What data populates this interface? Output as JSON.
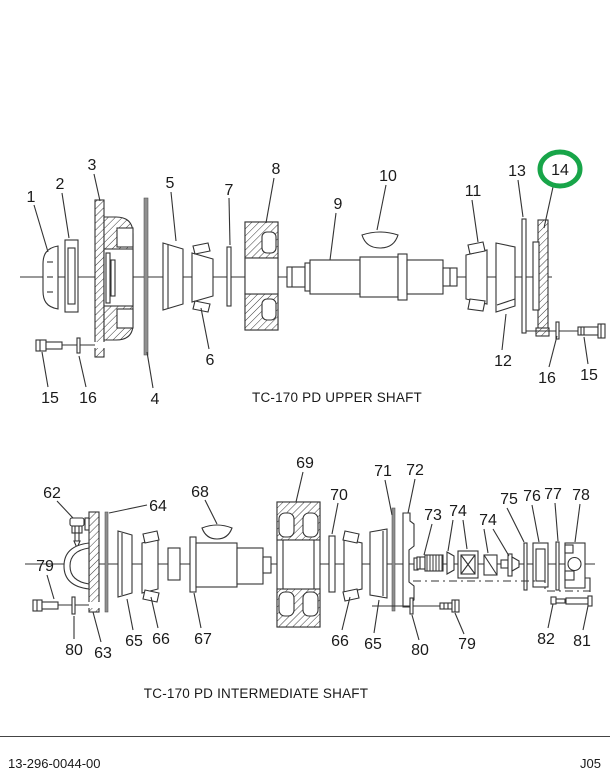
{
  "page": {
    "background": "#ffffff",
    "footer": {
      "doc_number": "13-296-0044-00",
      "page_code": "J05"
    }
  },
  "colors": {
    "line": "#333333",
    "gray_plate": "#8f8f8f",
    "highlight": "#18A549"
  },
  "upper_diagram": {
    "caption": "TC-170 PD UPPER SHAFT",
    "highlighted_callout": "14",
    "callouts": [
      {
        "label": "1"
      },
      {
        "label": "2"
      },
      {
        "label": "3"
      },
      {
        "label": "4"
      },
      {
        "label": "5"
      },
      {
        "label": "6"
      },
      {
        "label": "7"
      },
      {
        "label": "8"
      },
      {
        "label": "9"
      },
      {
        "label": "10"
      },
      {
        "label": "11"
      },
      {
        "label": "12"
      },
      {
        "label": "13"
      },
      {
        "label": "14"
      },
      {
        "label": "15"
      },
      {
        "label": "15"
      },
      {
        "label": "16"
      },
      {
        "label": "16"
      }
    ]
  },
  "lower_diagram": {
    "caption": "TC-170 PD INTERMEDIATE SHAFT",
    "callouts": [
      {
        "label": "62"
      },
      {
        "label": "63"
      },
      {
        "label": "64"
      },
      {
        "label": "65"
      },
      {
        "label": "65"
      },
      {
        "label": "66"
      },
      {
        "label": "66"
      },
      {
        "label": "67"
      },
      {
        "label": "68"
      },
      {
        "label": "69"
      },
      {
        "label": "70"
      },
      {
        "label": "71"
      },
      {
        "label": "72"
      },
      {
        "label": "73"
      },
      {
        "label": "74"
      },
      {
        "label": "74"
      },
      {
        "label": "75"
      },
      {
        "label": "76"
      },
      {
        "label": "77"
      },
      {
        "label": "78"
      },
      {
        "label": "79"
      },
      {
        "label": "79"
      },
      {
        "label": "80"
      },
      {
        "label": "80"
      },
      {
        "label": "81"
      },
      {
        "label": "82"
      }
    ]
  }
}
